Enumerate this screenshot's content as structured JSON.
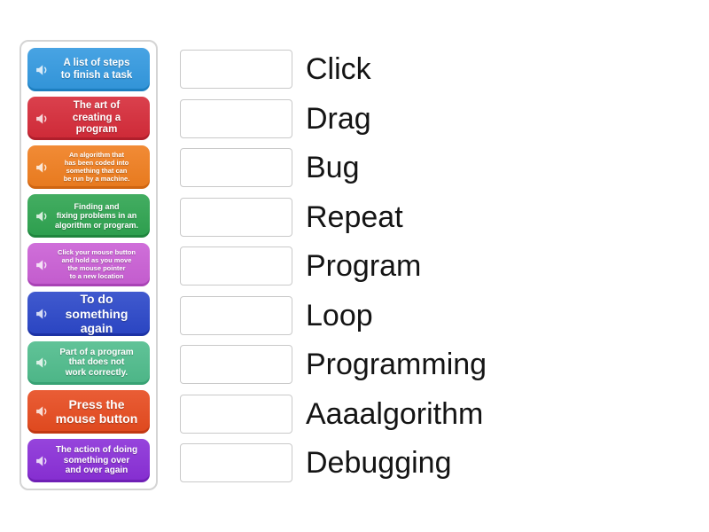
{
  "activity": {
    "type_label": "match-up",
    "background_color": "#ffffff"
  },
  "left_panel": {
    "cards": [
      {
        "text": "A list of steps\nto finish a task",
        "color": "#3399e0",
        "edge": "#1d7fc0",
        "icon": "speaker-icon"
      },
      {
        "text": "The art of\ncreating a\nprogram",
        "color": "#d62b39",
        "edge": "#b01f2c",
        "icon": "speaker-icon"
      },
      {
        "text": "An algorithm that\nhas been coded into\nsomething that can\nbe run by a machine.",
        "color": "#f07e1f",
        "edge": "#cf6511",
        "icon": "speaker-icon"
      },
      {
        "text": "Finding and\nfixing problems in an\nalgorithm or program.",
        "color": "#2ea450",
        "edge": "#1f853d",
        "icon": "speaker-icon"
      },
      {
        "text": "Click your mouse button\nand hold as you move\nthe mouse pointer\nto a new location",
        "color": "#ca5fd5",
        "edge": "#a943b5",
        "icon": "speaker-icon"
      },
      {
        "text": "To do\nsomething again",
        "color": "#2b47c9",
        "edge": "#1c32a5",
        "icon": "speaker-icon"
      },
      {
        "text": "Part of a program\nthat does not\nwork correctly.",
        "color": "#4fbc8c",
        "edge": "#38a274",
        "icon": "speaker-icon"
      },
      {
        "text": "Press the\nmouse button",
        "color": "#e74b1f",
        "edge": "#c23812",
        "icon": "speaker-icon"
      },
      {
        "text": "The action of doing\nsomething over\nand over again",
        "color": "#8a2fd8",
        "edge": "#6f1fb5",
        "icon": "speaker-icon"
      }
    ]
  },
  "right_panel": {
    "items": [
      {
        "label": "Click"
      },
      {
        "label": "Drag"
      },
      {
        "label": "Bug"
      },
      {
        "label": "Repeat"
      },
      {
        "label": "Program"
      },
      {
        "label": "Loop"
      },
      {
        "label": "Programming"
      },
      {
        "label": "Aaaalgorithm"
      },
      {
        "label": "Debugging"
      }
    ]
  }
}
